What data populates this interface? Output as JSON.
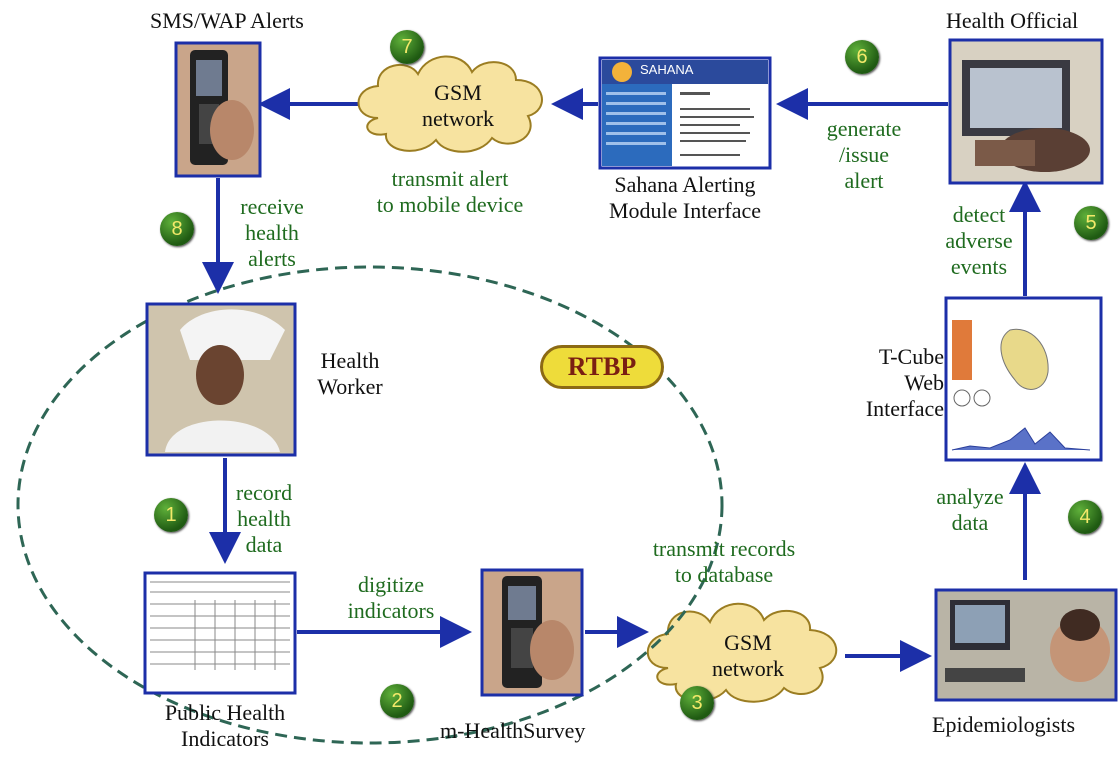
{
  "labels": {
    "sms_wap_alerts": "SMS/WAP Alerts",
    "health_official": "Health Official",
    "sahana_interface": "Sahana Alerting\nModule Interface",
    "health_worker": "Health\nWorker",
    "tcube_interface": "T-Cube\nWeb\nInterface",
    "public_health_indicators": "Public Health\nIndicators",
    "m_healthsurvey": "m-HealthSurvey",
    "epidemiologists": "Epidemiologists",
    "gsm_top": "GSM\nnetwork",
    "gsm_bottom": "GSM\nnetwork",
    "rtbp": "RTBP",
    "sahana_logo": "SAHANA"
  },
  "edges": {
    "generate_issue_alert": "generate\n/issue\nalert",
    "transmit_alert": "transmit alert\nto mobile device",
    "receive_alerts": "receive\nhealth\nalerts",
    "detect_adverse": "detect\nadverse\nevents",
    "record_health_data": "record\nhealth\ndata",
    "analyze_data": "analyze\ndata",
    "digitize_indicators": "digitize\nindicators",
    "transmit_records": "transmit records\nto database"
  },
  "steps": [
    "1",
    "2",
    "3",
    "4",
    "5",
    "6",
    "7",
    "8"
  ],
  "colors": {
    "arrow": "#1c2fa8",
    "edge_text": "#1f6b1f",
    "cloud_fill": "#f7e3a0",
    "cloud_stroke": "#9b7d22",
    "dashed_ellipse": "#2e6655",
    "badge": "#2c6e1a"
  }
}
